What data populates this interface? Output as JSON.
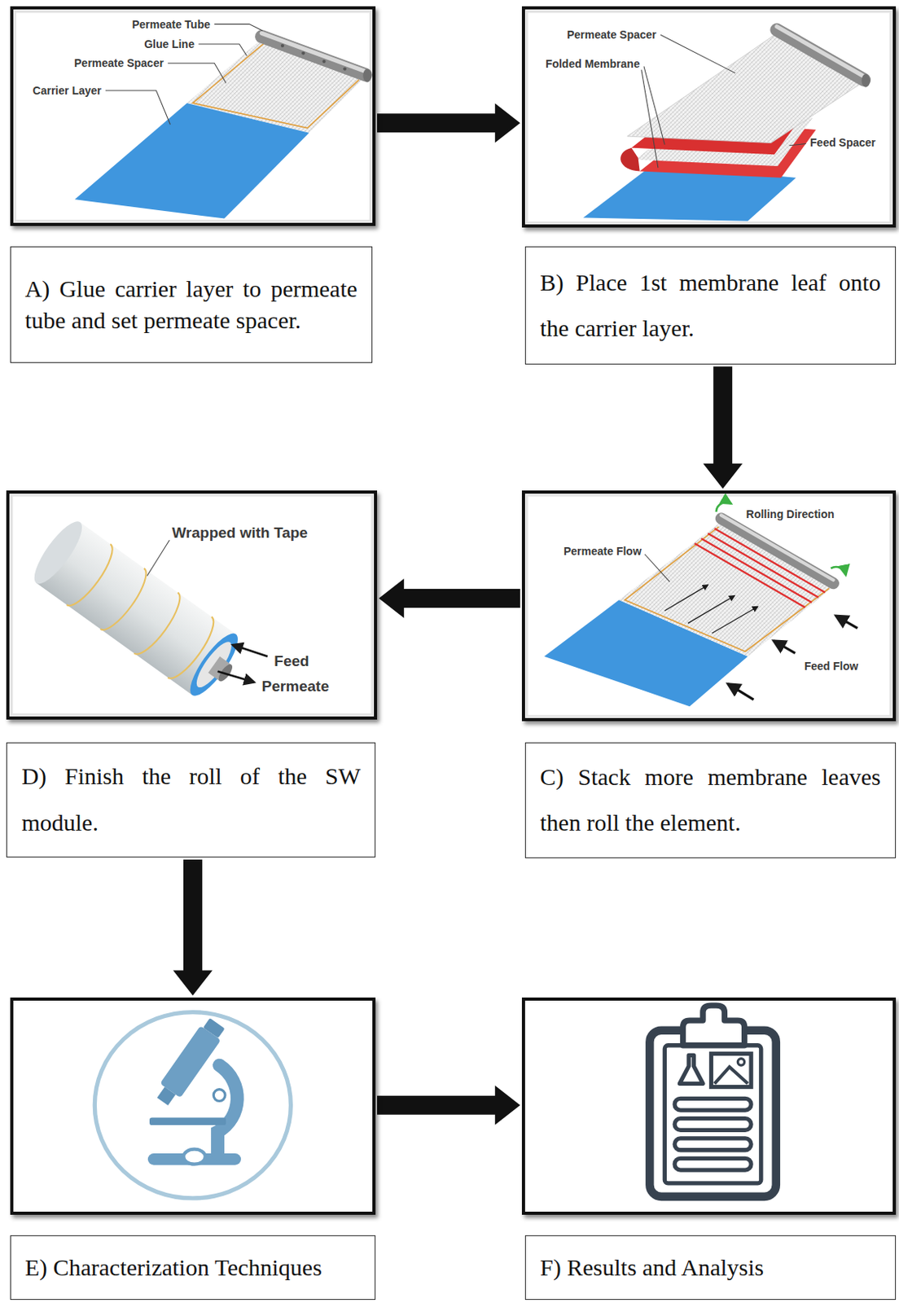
{
  "diagram": {
    "nodes": [
      {
        "text": [
          "Permeate Tube",
          "Glue Line",
          "Permeate Spacer",
          "Carrier Layer",
          "A) Glue carrier layer to permeate tube and set permeate spacer."
        ]
      },
      {
        "text": [
          "Permeate Spacer",
          "Folded Membrane",
          "Feed Spacer",
          "B) Place 1st membrane leaf onto the carrier layer."
        ]
      },
      {
        "text": [
          "Rolling Direction",
          "Permeate Flow",
          "Feed Flow",
          "C) Stack more membrane leaves then roll the element."
        ]
      },
      {
        "text": [
          "Wrapped with Tape",
          "Feed",
          "Permeate",
          "D) Finish the roll of the SW module."
        ]
      },
      {
        "text": [
          "E) Characterization Techniques"
        ]
      },
      {
        "text": [
          "F) Results and Analysis"
        ]
      }
    ],
    "edges": [
      {
        "from": 0,
        "to": 1,
        "arrow": "to"
      },
      {
        "from": 1,
        "to": 2,
        "arrow": "to"
      },
      {
        "from": 2,
        "to": 3,
        "arrow": "to"
      },
      {
        "from": 3,
        "to": 4,
        "arrow": "to"
      },
      {
        "from": 4,
        "to": 5,
        "arrow": "to"
      }
    ]
  }
}
